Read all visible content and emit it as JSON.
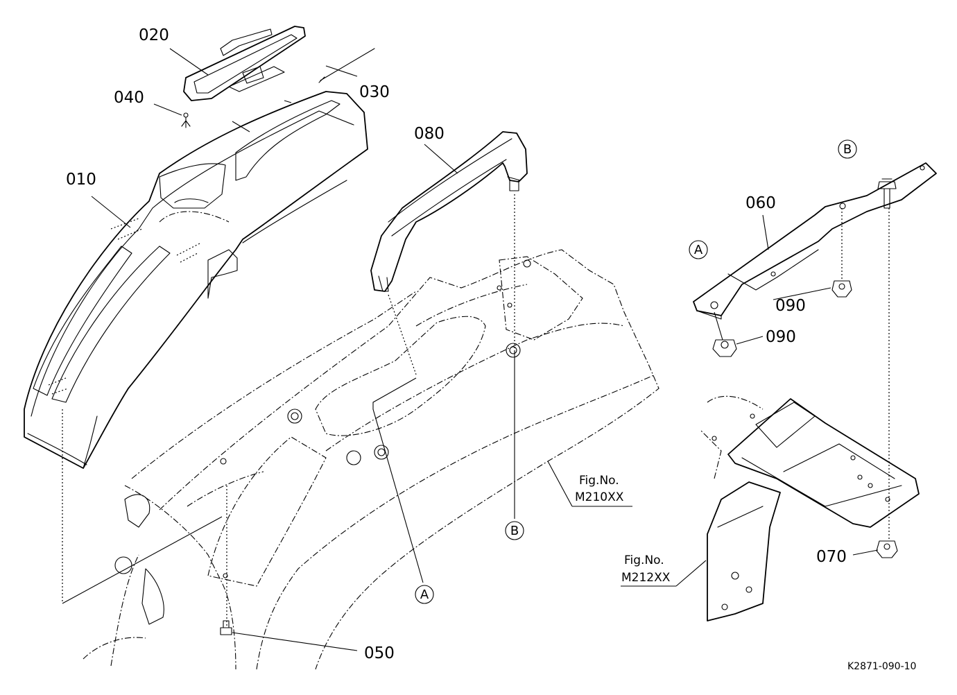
{
  "parts": [
    {
      "id": "010"
    },
    {
      "id": "020"
    },
    {
      "id": "030"
    },
    {
      "id": "040"
    },
    {
      "id": "050"
    },
    {
      "id": "060"
    },
    {
      "id": "070"
    },
    {
      "id": "080"
    },
    {
      "id": "090a",
      "label": "090"
    },
    {
      "id": "090b",
      "label": "090"
    }
  ],
  "labels": {
    "p010": "010",
    "p020": "020",
    "p030": "030",
    "p040": "040",
    "p050": "050",
    "p060": "060",
    "p070": "070",
    "p080": "080",
    "p090a": "090",
    "p090b": "090"
  },
  "refs": {
    "a_top": "A",
    "b_top": "B",
    "a_bottom": "A",
    "b_bottom": "B"
  },
  "figures": {
    "fig1_line1": "Fig.No.",
    "fig1_line2": "M210XX",
    "fig2_line1": "Fig.No.",
    "fig2_line2": "M212XX"
  },
  "drawing_code": "K2871-090-10"
}
